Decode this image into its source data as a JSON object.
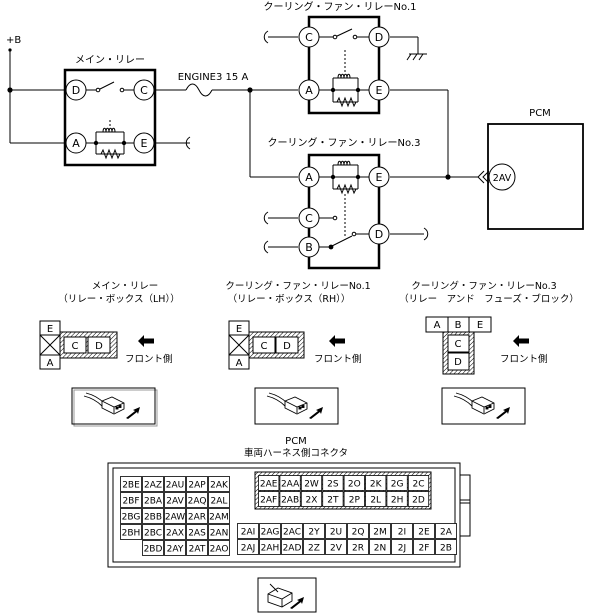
{
  "labels": {
    "plus_b": "+B",
    "main_relay": "メイン・リレー",
    "fuse": "ENGINE3 15 A",
    "cf_relay1": "クーリング・ファン・リレーNo.1",
    "cf_relay3": "クーリング・ファン・リレーNo.3",
    "pcm": "PCM",
    "pcm_pin": "2AV"
  },
  "relay_terms": {
    "main_d": "D",
    "main_c": "C",
    "main_a": "A",
    "main_e": "E",
    "r1_c": "C",
    "r1_d": "D",
    "r1_a": "A",
    "r1_e": "E",
    "r3_a": "A",
    "r3_e": "E",
    "r3_c": "C",
    "r3_b": "B",
    "r3_d": "D"
  },
  "connectors": {
    "main": {
      "title1": "メイン・リレー",
      "title2": "（リレー・ボックス（LH））",
      "E": "E",
      "A": "A",
      "C": "C",
      "D": "D",
      "front": "フロント側"
    },
    "r1": {
      "title1": "クーリング・ファン・リレーNo.1",
      "title2": "（リレー・ボックス（RH））",
      "E": "E",
      "A": "A",
      "C": "C",
      "D": "D",
      "front": "フロント側"
    },
    "r3": {
      "title1": "クーリング・ファン・リレーNo.3",
      "title2": "（リレー　アンド　フューズ・ブロック）",
      "A": "A",
      "B": "B",
      "E": "E",
      "C": "C",
      "D": "D",
      "front": "フロント側"
    }
  },
  "pcm_connector": {
    "title1": "PCM",
    "title2": "車両ハーネス側コネクタ",
    "left_rows": [
      [
        "2BE",
        "2AZ",
        "2AU",
        "2AP",
        "2AK"
      ],
      [
        "2BF",
        "2BA",
        "2AV",
        "2AQ",
        "2AL"
      ],
      [
        "2BG",
        "2BB",
        "2AW",
        "2AR",
        "2AM"
      ],
      [
        "2BH",
        "2BC",
        "2AX",
        "2AS",
        "2AN"
      ],
      [
        "",
        "2BD",
        "2AY",
        "2AT",
        "2AO"
      ]
    ],
    "mid_rows": [
      [
        "2AE",
        "2AA",
        "2W",
        "2S",
        "2O",
        "2K",
        "2G",
        "2C"
      ],
      [
        "2AF",
        "2AB",
        "2X",
        "2T",
        "2P",
        "2L",
        "2H",
        "2D"
      ]
    ],
    "bot_rows": [
      [
        "2AI",
        "2AG",
        "2AC",
        "2Y",
        "2U",
        "2Q",
        "2M",
        "2I",
        "2E",
        "2A"
      ],
      [
        "2AJ",
        "2AH",
        "2AD",
        "2Z",
        "2V",
        "2R",
        "2N",
        "2J",
        "2F",
        "2B"
      ]
    ]
  }
}
